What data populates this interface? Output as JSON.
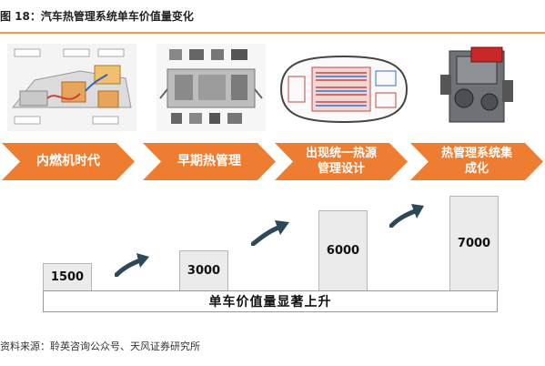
{
  "figure": {
    "title": "图 18：汽车热管理系统单车价值量变化",
    "source": "资料来源：聆英咨询公众号、天风证券研究所"
  },
  "stages": [
    {
      "label": "内燃机时代",
      "value": "1500"
    },
    {
      "label": "早期热管理",
      "value": "3000"
    },
    {
      "label": "出现统一热源管理设计",
      "value": "6000"
    },
    {
      "label": "热管理系统集成化",
      "value": "7000"
    }
  ],
  "baseline_label": "单车价值量显著上升",
  "colors": {
    "chevron": "#ee7d31",
    "bar_fill": "#ebebeb",
    "arrow": "#2f4858",
    "title_rule": "#f29a4a"
  }
}
